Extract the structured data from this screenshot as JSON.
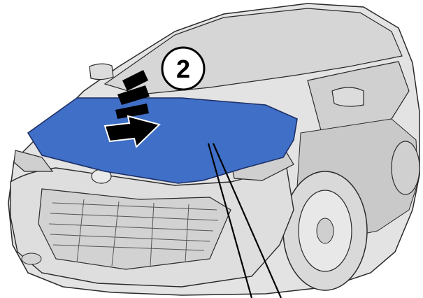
{
  "diagram": {
    "step_number": "2",
    "colors": {
      "hood": "#3f6fc6",
      "hood_outline": "#1e2f66",
      "body": "#e3e3e3",
      "body_shadow": "#c9c9c9",
      "outline": "#2a2a2a",
      "glass": "#d6d6d6",
      "arrow": "#000000"
    },
    "icons": {
      "press_arrow": "press-down-arrow",
      "callout_line": "leader-line"
    }
  }
}
